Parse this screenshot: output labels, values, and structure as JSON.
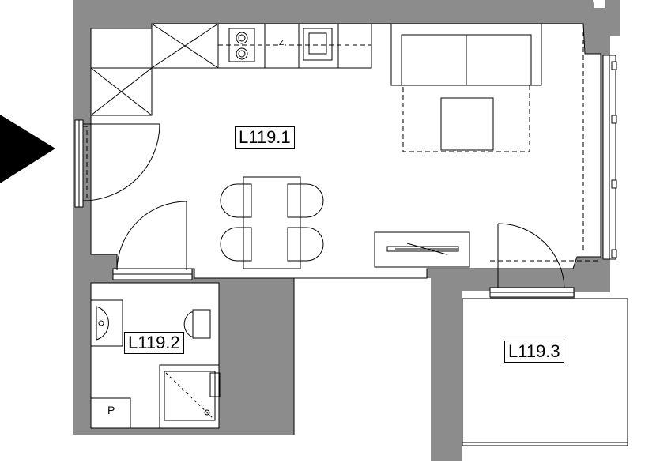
{
  "rooms": [
    {
      "id": "living",
      "label": "L119.1"
    },
    {
      "id": "bathroom",
      "label": "L119.2"
    },
    {
      "id": "balcony",
      "label": "L119.3"
    }
  ],
  "markers": {
    "kitchen_mark": "Z",
    "bathroom_mark": "P"
  },
  "colors": {
    "wall": "#8c8c8c",
    "line": "#000000",
    "background": "#ffffff",
    "entry_arrow": "#000000"
  }
}
